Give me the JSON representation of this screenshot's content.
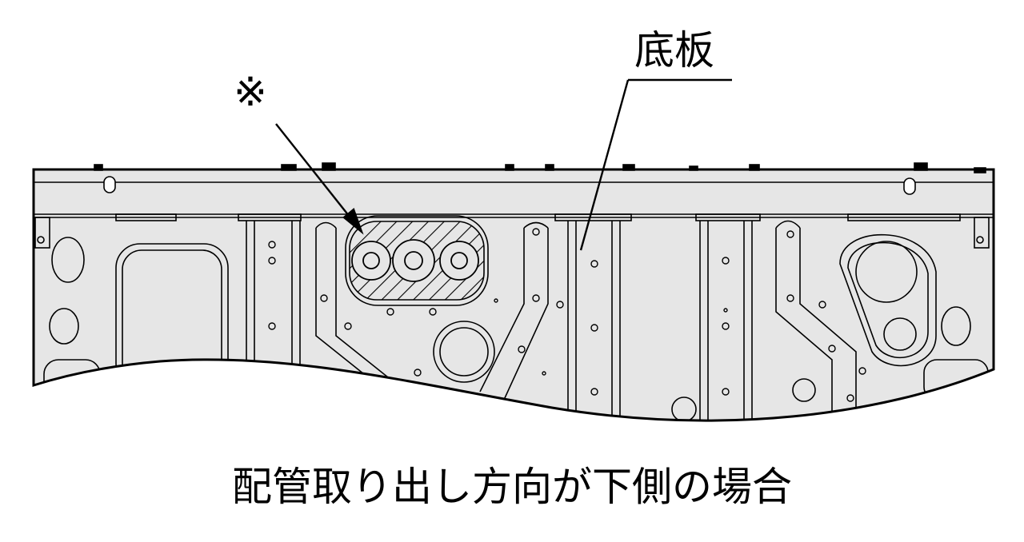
{
  "labels": {
    "pipe_outlet_mark": "※",
    "bottom_plate": "底板"
  },
  "caption": "配管取り出し方向が下側の場合",
  "colors": {
    "panel_fill": "#e6e6e6",
    "line": "#000000",
    "background": "#ffffff"
  },
  "icons": {
    "hatched_area": "diagonal-hatch-pattern"
  }
}
